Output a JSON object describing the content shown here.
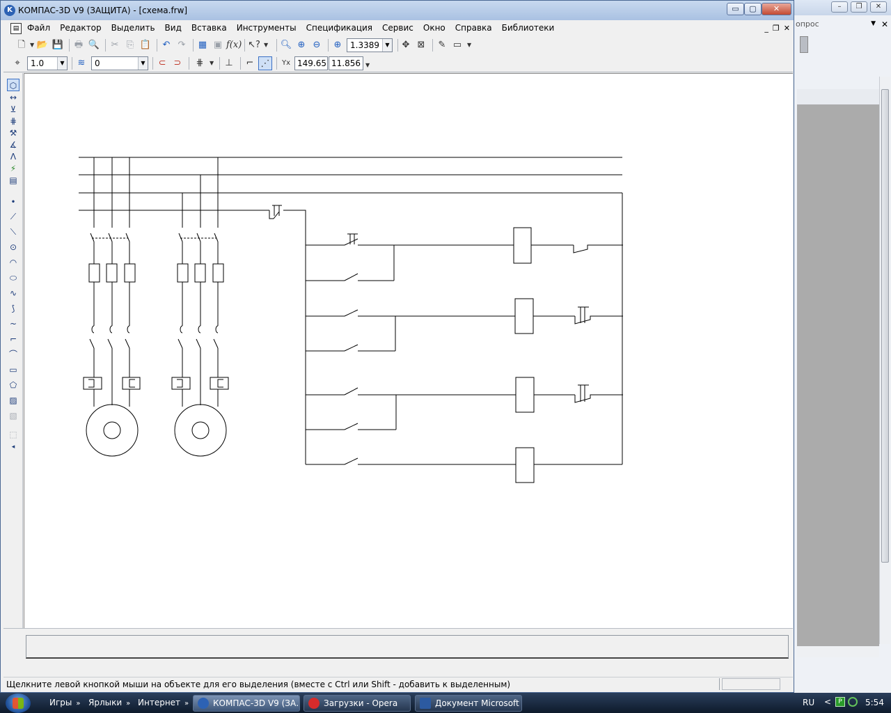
{
  "window": {
    "title": "КОМПАС-3D V9 (ЗАЩИТА) - [схема.frw]",
    "minimize": "▭",
    "maximize": "▢",
    "close": "✕"
  },
  "menu": {
    "items": [
      "Файл",
      "Редактор",
      "Выделить",
      "Вид",
      "Вставка",
      "Инструменты",
      "Спецификация",
      "Сервис",
      "Окно",
      "Справка",
      "Библиотеки"
    ],
    "mdi_min": "_",
    "mdi_restore": "❐",
    "mdi_close": "✕"
  },
  "toolbar1": {
    "zoom_value": "1.3389"
  },
  "toolbar2": {
    "step_value": "1.0",
    "layer_value": "0",
    "coord_x": "149.65",
    "coord_y": "11.856"
  },
  "statusbar": {
    "hint": "Щелкните левой кнопкой мыши на объекте для его выделения (вместе с Ctrl или Shift - добавить к выделенным)"
  },
  "background_window": {
    "menu_text": "опрос"
  },
  "taskbar": {
    "toolbars": [
      "Игры",
      "Ярлыки",
      "Интернет"
    ],
    "buttons": [
      "КОМПАС-3D V9 (ЗА...",
      "Загрузки - Opera",
      "Документ Microsoft ..."
    ],
    "lang": "RU",
    "clock": "5:54"
  }
}
